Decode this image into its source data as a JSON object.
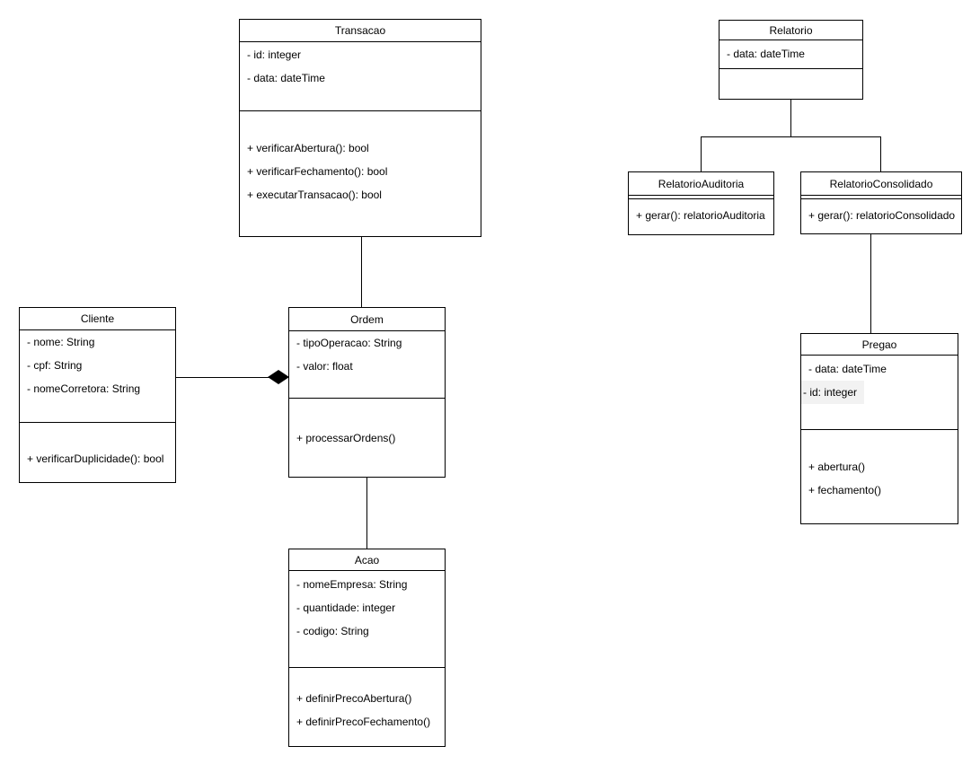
{
  "diagram": {
    "type": "uml-class-diagram",
    "colors": {
      "background": "#ffffff",
      "stroke": "#000000",
      "text": "#000000",
      "highlight_row_bg": "#f2f2f2"
    },
    "classes": [
      {
        "name": "Transacao",
        "attributes": [
          "- id: integer",
          "- data: dateTime"
        ],
        "methods": [
          "+ verificarAbertura(): bool",
          "+ verificarFechamento(): bool",
          "+ executarTransacao(): bool"
        ]
      },
      {
        "name": "Relatorio",
        "attributes": [
          "- data: dateTime"
        ],
        "methods": []
      },
      {
        "name": "RelatorioAuditoria",
        "attributes": [],
        "methods": [
          "+ gerar(): relatorioAuditoria"
        ]
      },
      {
        "name": "RelatorioConsolidado",
        "attributes": [],
        "methods": [
          "+ gerar(): relatorioConsolidado"
        ]
      },
      {
        "name": "Cliente",
        "attributes": [
          "- nome: String",
          "- cpf: String",
          "- nomeCorretora: String"
        ],
        "methods": [
          "+ verificarDuplicidade(): bool"
        ]
      },
      {
        "name": "Ordem",
        "attributes": [
          "- tipoOperacao: String",
          "- valor: float"
        ],
        "methods": [
          "+ processarOrdens()"
        ]
      },
      {
        "name": "Acao",
        "attributes": [
          "- nomeEmpresa: String",
          "- quantidade: integer",
          "- codigo: String"
        ],
        "methods": [
          "+ definirPrecoAbertura()",
          "+ definirPrecoFechamento()"
        ]
      },
      {
        "name": "Pregao",
        "attributes": [
          "- data: dateTime",
          "- id: integer"
        ],
        "methods": [
          "+ abertura()",
          "+ fechamento()"
        ]
      }
    ],
    "relationships": [
      {
        "from": "Transacao",
        "to": "Ordem",
        "type": "association"
      },
      {
        "from": "Cliente",
        "to": "Ordem",
        "type": "composition",
        "diamond_end": "Ordem"
      },
      {
        "from": "Ordem",
        "to": "Acao",
        "type": "association"
      },
      {
        "from": "Relatorio",
        "to": "RelatorioAuditoria",
        "type": "parent-child"
      },
      {
        "from": "Relatorio",
        "to": "RelatorioConsolidado",
        "type": "parent-child"
      },
      {
        "from": "RelatorioConsolidado",
        "to": "Pregao",
        "type": "association"
      }
    ]
  }
}
